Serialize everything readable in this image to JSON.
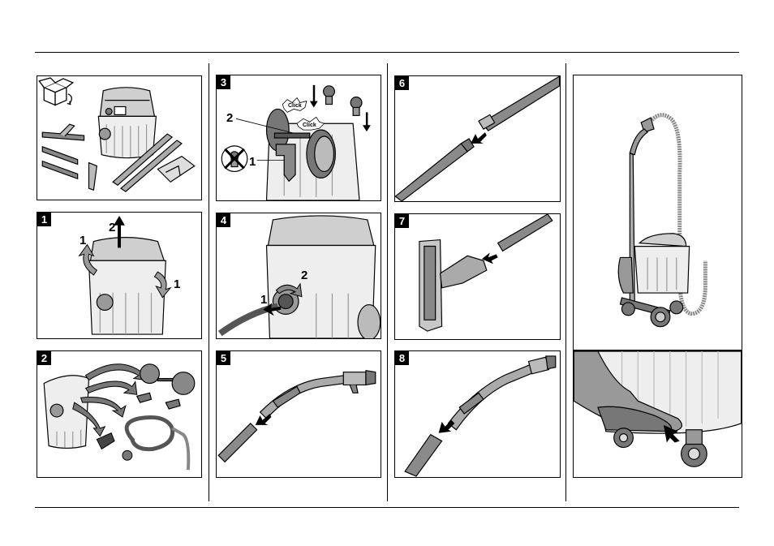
{
  "steps": {
    "s1": "1",
    "s2": "2",
    "s3": "3",
    "s4": "4",
    "s5": "5",
    "s6": "6",
    "s7": "7",
    "s8": "8"
  },
  "callouts": {
    "p1_label_2": "2",
    "p1_label_1_left": "1",
    "p1_label_1_right": "1",
    "p3_label_2": "2",
    "p3_label_1": "1",
    "p3_click_1": "Click",
    "p3_click_2": "Click",
    "p4_label_2": "2",
    "p4_label_1": "1"
  },
  "colors": {
    "line": "#000000",
    "gray_dark": "#6f6f6f",
    "gray_mid": "#9a9a9a",
    "gray_light": "#d0d0d0"
  },
  "icons": {
    "unpack": "open-box-icon",
    "prohibited": "crossed-caster-icon"
  }
}
